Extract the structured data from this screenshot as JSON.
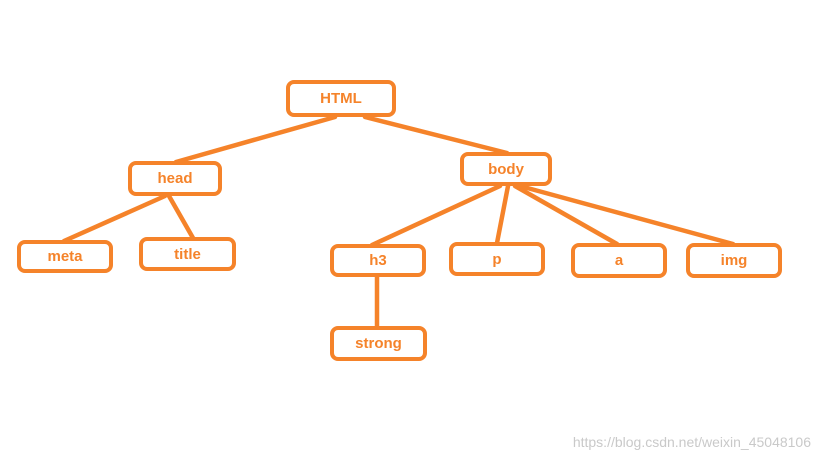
{
  "tree": {
    "root": "HTML",
    "nodes": {
      "html": "HTML",
      "head": "head",
      "body": "body",
      "meta": "meta",
      "title": "title",
      "h3": "h3",
      "p": "p",
      "a": "a",
      "img": "img",
      "strong": "strong"
    },
    "edges": [
      [
        "HTML",
        "head"
      ],
      [
        "HTML",
        "body"
      ],
      [
        "head",
        "meta"
      ],
      [
        "head",
        "title"
      ],
      [
        "body",
        "h3"
      ],
      [
        "body",
        "p"
      ],
      [
        "body",
        "a"
      ],
      [
        "body",
        "img"
      ],
      [
        "h3",
        "strong"
      ]
    ]
  },
  "colors": {
    "accent": "#f5832a",
    "watermark": "#c9c9c9"
  },
  "watermark": "https://blog.csdn.net/weixin_45048106"
}
